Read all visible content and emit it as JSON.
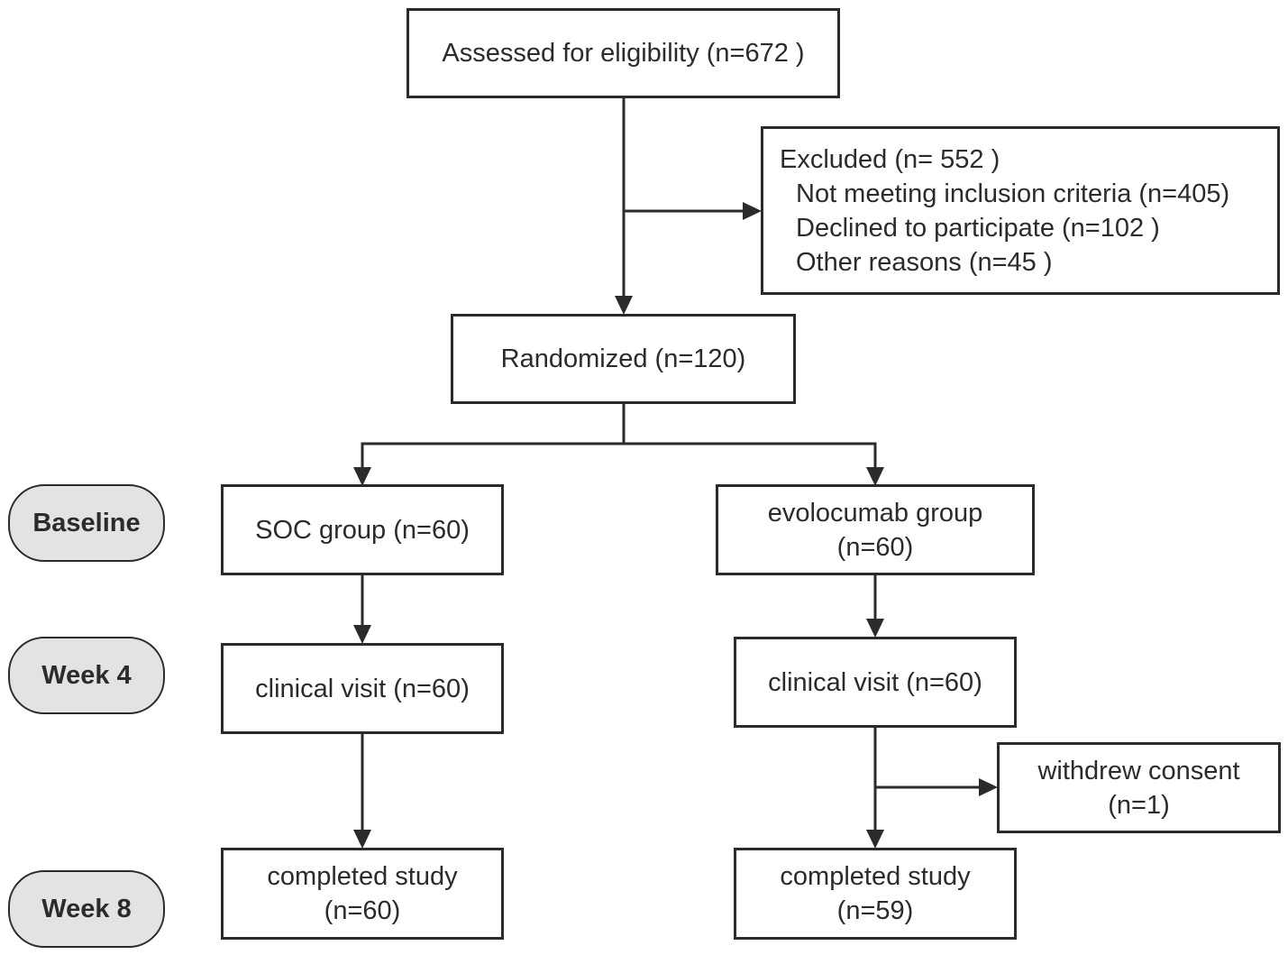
{
  "assessed": {
    "text": "Assessed for eligibility (n=672 )"
  },
  "excluded": {
    "title": "Excluded  (n= 552  )",
    "reasons": [
      "Not meeting inclusion criteria (n=405)",
      "Declined to participate (n=102 )",
      "Other reasons (n=45 )"
    ]
  },
  "randomized": {
    "text": "Randomized (n=120)"
  },
  "phases": {
    "baseline": "Baseline",
    "week4": "Week 4",
    "week8": "Week 8"
  },
  "soc": {
    "group": "SOC group (n=60)",
    "visit": "clinical visit (n=60)",
    "completed_line1": "completed study",
    "completed_line2": "(n=60)"
  },
  "evolocumab": {
    "group_line1": "evolocumab group",
    "group_line2": "(n=60)",
    "visit": "clinical visit (n=60)",
    "withdrew_line1": "withdrew consent",
    "withdrew_line2": "(n=1)",
    "completed_line1": "completed study",
    "completed_line2": "(n=59)"
  }
}
